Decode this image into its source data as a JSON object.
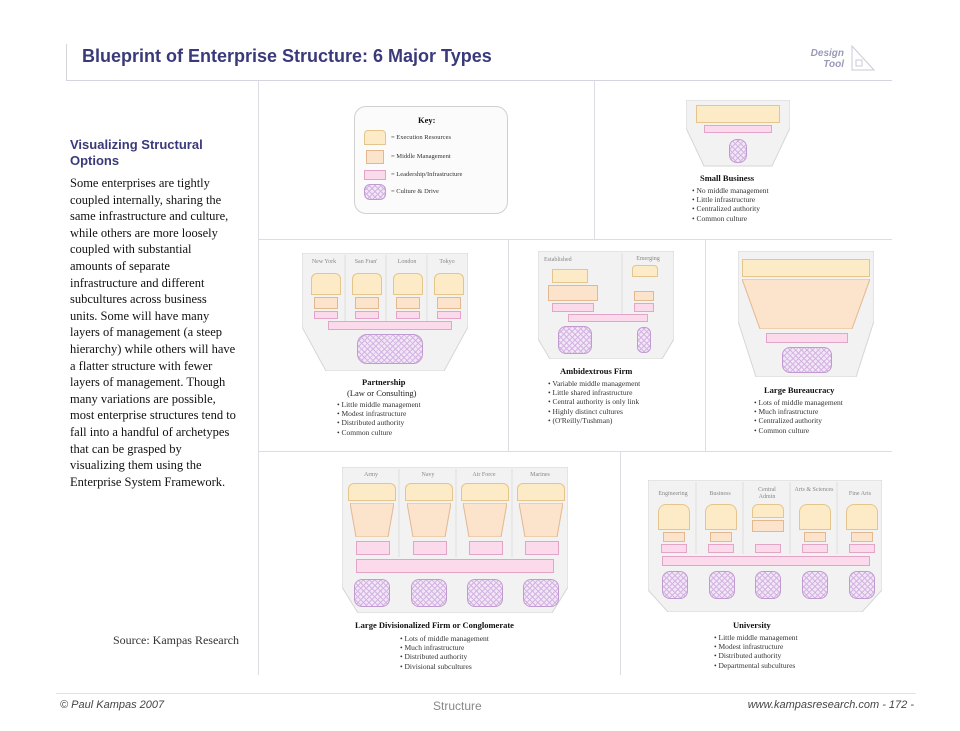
{
  "header": {
    "title": "Blueprint of Enterprise Structure: 6 Major Types",
    "badge_line1": "Design",
    "badge_line2": "Tool"
  },
  "sidebar": {
    "subtitle": "Visualizing Structural Options",
    "body": "Some enterprises are tightly coupled internally, sharing the same infrastructure and culture, while others are more loosely coupled with substantial amounts of separate infrastructure and different subcultures across business units. Some will have many layers of management (a steep hierarchy) while others will have a flatter structure with fewer layers of management. Though many variations are possible, most enterprise structures tend to fall into a handful of archetypes that can be grasped by visualizing them using the Enterprise System Framework.",
    "source": "Source: Kampas Research"
  },
  "key": {
    "title": "Key:",
    "items": [
      "= Execution Resources",
      "= Middle Management",
      "= Leadership/Infrastructure",
      "= Culture & Drive"
    ]
  },
  "diagrams": {
    "small": {
      "title": "Small Business",
      "bullets": [
        "• No middle management",
        "• Little infrastructure",
        "• Centralized authority",
        "• Common culture"
      ]
    },
    "partnership": {
      "title": "Partnership",
      "subtitle": "(Law or Consulting)",
      "columns": [
        "New York",
        "San Fran'",
        "London",
        "Tokyo"
      ],
      "bullets": [
        "• Little middle management",
        "• Modest infrastructure",
        "• Distributed authority",
        "• Common culture"
      ]
    },
    "ambidextrous": {
      "title": "Ambidextrous Firm",
      "columns": [
        "Established",
        "Emerging"
      ],
      "bullets": [
        "• Variable middle management",
        "• Little shared infrastructure",
        "• Central authority is only link",
        "• Highly distinct cultures",
        "• (O'Reilly/Tushman)"
      ]
    },
    "bureaucracy": {
      "title": "Large Bureaucracy",
      "bullets": [
        "• Lots of middle management",
        "• Much infrastructure",
        "• Centralized authority",
        "• Common culture"
      ]
    },
    "divisional": {
      "title": "Large Divisionalized Firm or Conglomerate",
      "columns": [
        "Army",
        "Navy",
        "Air Force",
        "Marines"
      ],
      "bullets": [
        "• Lots of middle management",
        "• Much infrastructure",
        "• Distributed authority",
        "• Divisional subcultures"
      ]
    },
    "university": {
      "title": "University",
      "columns": [
        "Engineering",
        "Business",
        "Central Admin",
        "Arts & Sciences",
        "Fine Arts"
      ],
      "bullets": [
        "• Little middle management",
        "• Modest infrastructure",
        "• Distributed authority",
        "• Departmental subcultures"
      ]
    }
  },
  "footer": {
    "copyright": "© Paul Kampas 2007",
    "section": "Structure",
    "page": "www.kampasresearch.com  - 172 -"
  }
}
